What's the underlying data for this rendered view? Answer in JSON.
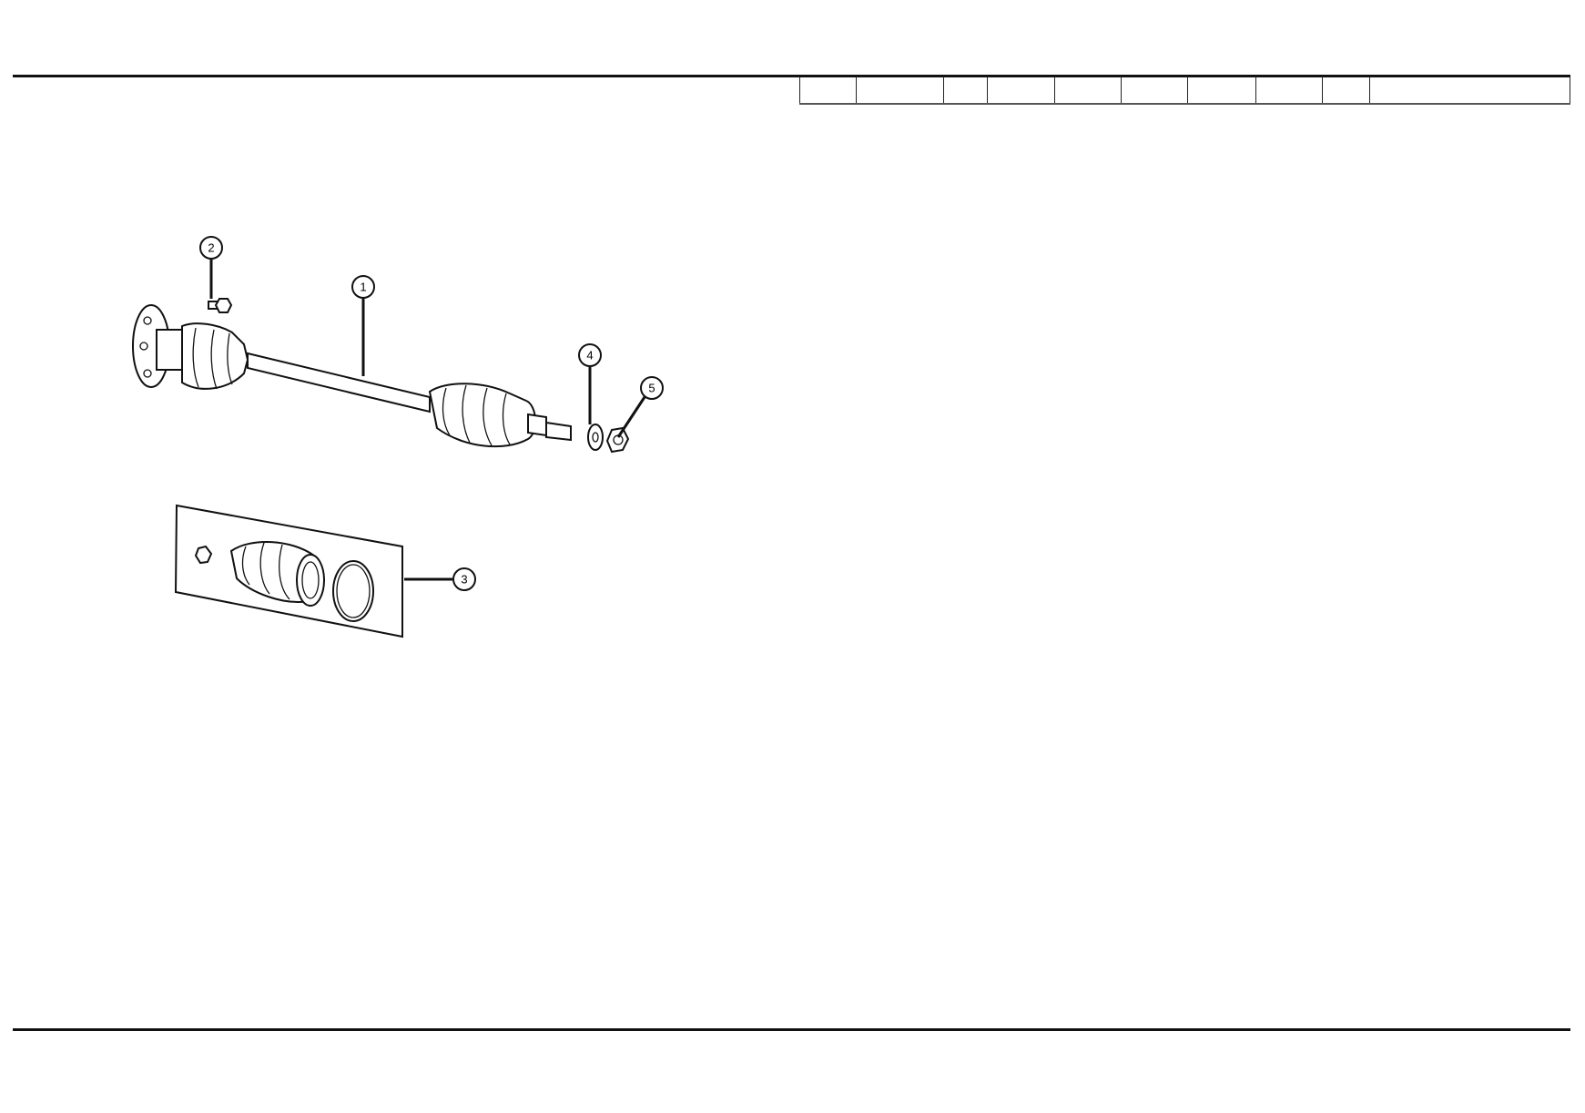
{
  "header_table": {
    "columns": 10
  },
  "diagram": {
    "callouts": [
      {
        "id": "1",
        "part": "axle-shaft"
      },
      {
        "id": "2",
        "part": "bolt"
      },
      {
        "id": "3",
        "part": "boot-kit"
      },
      {
        "id": "4",
        "part": "washer"
      },
      {
        "id": "5",
        "part": "nut"
      }
    ]
  }
}
